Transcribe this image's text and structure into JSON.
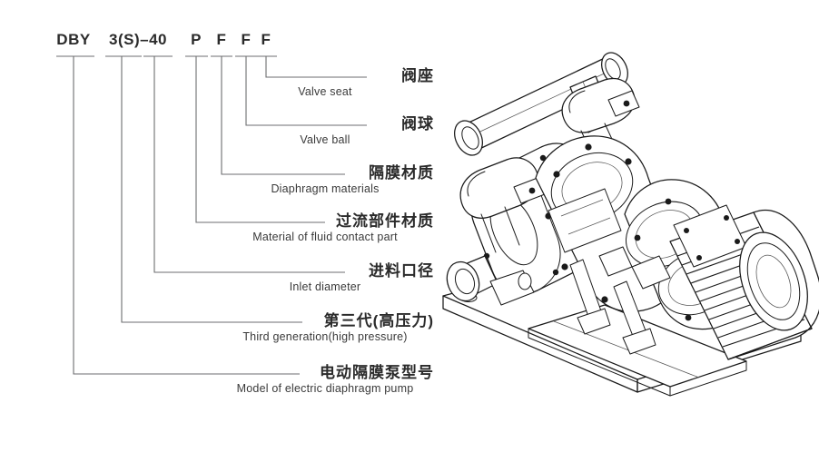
{
  "diagram": {
    "title_code": "DBY 3(S)-40 P F F F",
    "code_segments": [
      {
        "text": "DBY"
      },
      {
        "text": "3(S)–40"
      },
      {
        "text": "P"
      },
      {
        "text": "F"
      },
      {
        "text": "F"
      },
      {
        "text": "F"
      }
    ],
    "labels": [
      {
        "cn": "阀座",
        "en": "Valve seat"
      },
      {
        "cn": "阀球",
        "en": "Valve ball"
      },
      {
        "cn": "隔膜材质",
        "en": "Diaphragm materials"
      },
      {
        "cn": "过流部件材质",
        "en": "Material of fluid contact part"
      },
      {
        "cn": "进料口径",
        "en": "Inlet diameter"
      },
      {
        "cn": "第三代(高压力)",
        "en": "Third generation(high pressure)"
      },
      {
        "cn": "电动隔膜泵型号",
        "en": "Model of electric diaphragm pump"
      }
    ]
  },
  "illustration": {
    "name": "electric-diaphragm-pump-line-drawing",
    "parts": [
      "inlet-manifold-pipe",
      "pipe-clamp-upper",
      "pipe-clamp-lower",
      "pump-housing-left",
      "pump-housing-right",
      "diaphragm-cover-flange",
      "gearbox",
      "electric-motor",
      "motor-cooling-fins",
      "motor-end-cap",
      "mounting-base-plate",
      "support-bracket"
    ]
  },
  "colors": {
    "background": "#ffffff",
    "text": "#2b2b2b",
    "leader_line": "#6d6e70",
    "drawing_line": "#1a1a1a"
  }
}
